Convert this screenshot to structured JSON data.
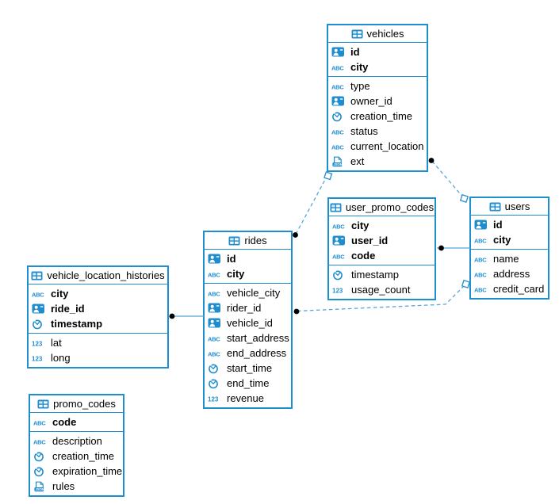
{
  "diagram": {
    "kind": "entity-relationship-diagram",
    "colors": {
      "accent": "#1e8ece",
      "icon_blue": "#1f8dcd",
      "relation_line": "#54a6d8",
      "endpoint_dot": "#000000",
      "text": "#000000",
      "background": "#ffffff"
    },
    "icon_names": {
      "id": "id-card-icon",
      "text": "abc-text-icon",
      "time": "clock-icon",
      "number": "numeric-123-icon",
      "json": "json-doc-icon",
      "table": "table-grid-icon"
    },
    "entities": [
      {
        "title": "vehicles",
        "primary_keys": [
          {
            "name": "id",
            "type": "id"
          },
          {
            "name": "city",
            "type": "text"
          }
        ],
        "columns": [
          {
            "name": "type",
            "type": "text"
          },
          {
            "name": "owner_id",
            "type": "id"
          },
          {
            "name": "creation_time",
            "type": "time"
          },
          {
            "name": "status",
            "type": "text"
          },
          {
            "name": "current_location",
            "type": "text"
          },
          {
            "name": "ext",
            "type": "json"
          }
        ]
      },
      {
        "title": "user_promo_codes",
        "primary_keys": [
          {
            "name": "city",
            "type": "text"
          },
          {
            "name": "user_id",
            "type": "id"
          },
          {
            "name": "code",
            "type": "text"
          }
        ],
        "columns": [
          {
            "name": "timestamp",
            "type": "time"
          },
          {
            "name": "usage_count",
            "type": "number"
          }
        ]
      },
      {
        "title": "users",
        "primary_keys": [
          {
            "name": "id",
            "type": "id"
          },
          {
            "name": "city",
            "type": "text"
          }
        ],
        "columns": [
          {
            "name": "name",
            "type": "text"
          },
          {
            "name": "address",
            "type": "text"
          },
          {
            "name": "credit_card",
            "type": "text"
          }
        ]
      },
      {
        "title": "rides",
        "primary_keys": [
          {
            "name": "id",
            "type": "id"
          },
          {
            "name": "city",
            "type": "text"
          }
        ],
        "columns": [
          {
            "name": "vehicle_city",
            "type": "text"
          },
          {
            "name": "rider_id",
            "type": "id"
          },
          {
            "name": "vehicle_id",
            "type": "id"
          },
          {
            "name": "start_address",
            "type": "text"
          },
          {
            "name": "end_address",
            "type": "text"
          },
          {
            "name": "start_time",
            "type": "time"
          },
          {
            "name": "end_time",
            "type": "time"
          },
          {
            "name": "revenue",
            "type": "number"
          }
        ]
      },
      {
        "title": "vehicle_location_histories",
        "primary_keys": [
          {
            "name": "city",
            "type": "text"
          },
          {
            "name": "ride_id",
            "type": "id"
          },
          {
            "name": "timestamp",
            "type": "time"
          }
        ],
        "columns": [
          {
            "name": "lat",
            "type": "number"
          },
          {
            "name": "long",
            "type": "number"
          }
        ]
      },
      {
        "title": "promo_codes",
        "primary_keys": [
          {
            "name": "code",
            "type": "text"
          }
        ],
        "columns": [
          {
            "name": "description",
            "type": "text"
          },
          {
            "name": "creation_time",
            "type": "time"
          },
          {
            "name": "expiration_time",
            "type": "time"
          },
          {
            "name": "rules",
            "type": "json"
          }
        ]
      }
    ],
    "relations": [
      {
        "from": "vehicle_location_histories",
        "to": "rides",
        "style": "solid",
        "from_marker": "dot",
        "to_marker": "none"
      },
      {
        "from": "user_promo_codes",
        "to": "users",
        "style": "solid",
        "from_marker": "dot",
        "to_marker": "none"
      },
      {
        "from": "rides",
        "to": "vehicles",
        "style": "dashed",
        "from_marker": "dot",
        "to_marker": "square"
      },
      {
        "from": "vehicles",
        "to": "users",
        "style": "dashed",
        "from_marker": "dot",
        "to_marker": "square"
      },
      {
        "from": "rides",
        "to": "users",
        "style": "dashed",
        "from_marker": "dot",
        "to_marker": "square"
      }
    ]
  }
}
